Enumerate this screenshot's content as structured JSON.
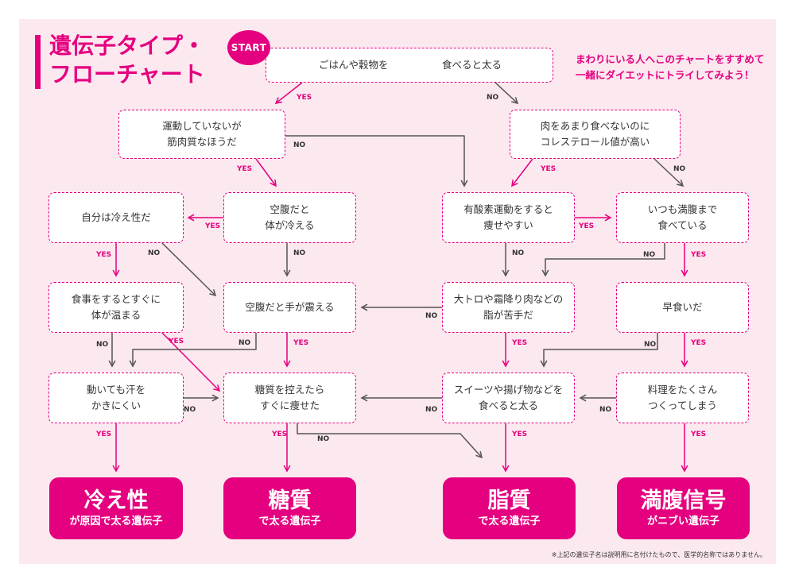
{
  "title": {
    "line1": "遺伝子タイプ・",
    "line2": "フローチャート"
  },
  "hint": {
    "line1": "まわりにいる人へこのチャートをすすめて",
    "line2": "一緒にダイエットにトライしてみよう！"
  },
  "footnote": "※上記の遺伝子名は説明用に名付けたもので、医学的名称ではありません。",
  "start_label": "START",
  "answer_labels": {
    "yes": "YES",
    "no": "NO"
  },
  "colors": {
    "accent": "#e4007f",
    "panel": "#fce8ef",
    "box": "#ffffff",
    "line": "#555555",
    "text": "#333333"
  },
  "diagram": {
    "nodes": [
      {
        "id": "q-start",
        "parts": [
          "ごはんや穀物を",
          "食べると太る"
        ]
      },
      {
        "id": "q-muscle",
        "lines": [
          "運動していないが",
          "筋肉質なほうだ"
        ]
      },
      {
        "id": "q-cholesterol",
        "lines": [
          "肉をあまり食べないのに",
          "コレステロール値が高い"
        ]
      },
      {
        "id": "q-sensitive-cold",
        "lines": [
          "自分は冷え性だ"
        ]
      },
      {
        "id": "q-hungry-cold",
        "lines": [
          "空腹だと",
          "体が冷える"
        ]
      },
      {
        "id": "q-aerobic",
        "lines": [
          "有酸素運動をすると",
          "痩せやすい"
        ]
      },
      {
        "id": "q-always-full",
        "lines": [
          "いつも満腹まで",
          "食べている"
        ]
      },
      {
        "id": "q-warm-after-meal",
        "lines": [
          "食事をするとすぐに",
          "体が温まる"
        ]
      },
      {
        "id": "q-hand-tremble",
        "lines": [
          "空腹だと手が震える"
        ]
      },
      {
        "id": "q-fatty-meat",
        "lines": [
          "大トロや霜降り肉などの",
          "脂が苦手だ"
        ]
      },
      {
        "id": "q-eat-fast",
        "lines": [
          "早食いだ"
        ]
      },
      {
        "id": "q-no-sweat",
        "lines": [
          "動いても汗を",
          "かきにくい"
        ]
      },
      {
        "id": "q-carb-restrict",
        "lines": [
          "糖質を控えたら",
          "すぐに痩せた"
        ]
      },
      {
        "id": "q-sweets-fried",
        "lines": [
          "スイーツや揚げ物などを",
          "食べると太る"
        ]
      },
      {
        "id": "q-cook-lots",
        "lines": [
          "料理をたくさん",
          "つくってしまう"
        ]
      }
    ],
    "results": [
      {
        "id": "r-cold",
        "main": "冷え性",
        "sub": "が原因で太る遺伝子"
      },
      {
        "id": "r-carb",
        "main": "糖質",
        "sub": "で太る遺伝子"
      },
      {
        "id": "r-fat",
        "main": "脂質",
        "sub": "で太る遺伝子"
      },
      {
        "id": "r-satiety",
        "main": "満腹信号",
        "sub": "がニブい遺伝子"
      }
    ],
    "edges": [
      {
        "from": "q-start",
        "to": "q-muscle",
        "answer": "yes"
      },
      {
        "from": "q-start",
        "to": "q-cholesterol",
        "answer": "no"
      },
      {
        "from": "q-muscle",
        "to": "q-hungry-cold",
        "answer": "yes"
      },
      {
        "from": "q-muscle",
        "to": "q-aerobic",
        "answer": "no"
      },
      {
        "from": "q-cholesterol",
        "to": "q-aerobic",
        "answer": "yes"
      },
      {
        "from": "q-cholesterol",
        "to": "q-always-full",
        "answer": "no"
      },
      {
        "from": "q-hungry-cold",
        "to": "q-sensitive-cold",
        "answer": "yes"
      },
      {
        "from": "q-hungry-cold",
        "to": "q-hand-tremble",
        "answer": "no"
      },
      {
        "from": "q-aerobic",
        "to": "q-always-full",
        "answer": "yes"
      },
      {
        "from": "q-aerobic",
        "to": "q-fatty-meat",
        "answer": "no"
      },
      {
        "from": "q-sensitive-cold",
        "to": "q-warm-after-meal",
        "answer": "yes"
      },
      {
        "from": "q-sensitive-cold",
        "to": "q-hand-tremble",
        "answer": "no"
      },
      {
        "from": "q-always-full",
        "to": "q-eat-fast",
        "answer": "yes"
      },
      {
        "from": "q-always-full",
        "to": "q-fatty-meat",
        "answer": "no"
      },
      {
        "from": "q-warm-after-meal",
        "to": "q-carb-restrict",
        "answer": "yes"
      },
      {
        "from": "q-warm-after-meal",
        "to": "q-no-sweat",
        "answer": "no"
      },
      {
        "from": "q-hand-tremble",
        "to": "q-carb-restrict",
        "answer": "yes"
      },
      {
        "from": "q-hand-tremble",
        "to": "q-no-sweat",
        "answer": "no"
      },
      {
        "from": "q-fatty-meat",
        "to": "q-sweets-fried",
        "answer": "yes"
      },
      {
        "from": "q-fatty-meat",
        "to": "q-hand-tremble",
        "answer": "no"
      },
      {
        "from": "q-eat-fast",
        "to": "q-cook-lots",
        "answer": "yes"
      },
      {
        "from": "q-eat-fast",
        "to": "q-sweets-fried",
        "answer": "no"
      },
      {
        "from": "q-no-sweat",
        "to": "r-cold",
        "answer": "yes"
      },
      {
        "from": "q-no-sweat",
        "to": "q-carb-restrict",
        "answer": "no"
      },
      {
        "from": "q-carb-restrict",
        "to": "r-carb",
        "answer": "yes"
      },
      {
        "from": "q-carb-restrict",
        "to": "r-fat",
        "answer": "no"
      },
      {
        "from": "q-sweets-fried",
        "to": "r-fat",
        "answer": "yes"
      },
      {
        "from": "q-sweets-fried",
        "to": "q-carb-restrict",
        "answer": "no"
      },
      {
        "from": "q-cook-lots",
        "to": "r-satiety",
        "answer": "yes"
      },
      {
        "from": "q-cook-lots",
        "to": "q-sweets-fried",
        "answer": "no"
      }
    ]
  }
}
